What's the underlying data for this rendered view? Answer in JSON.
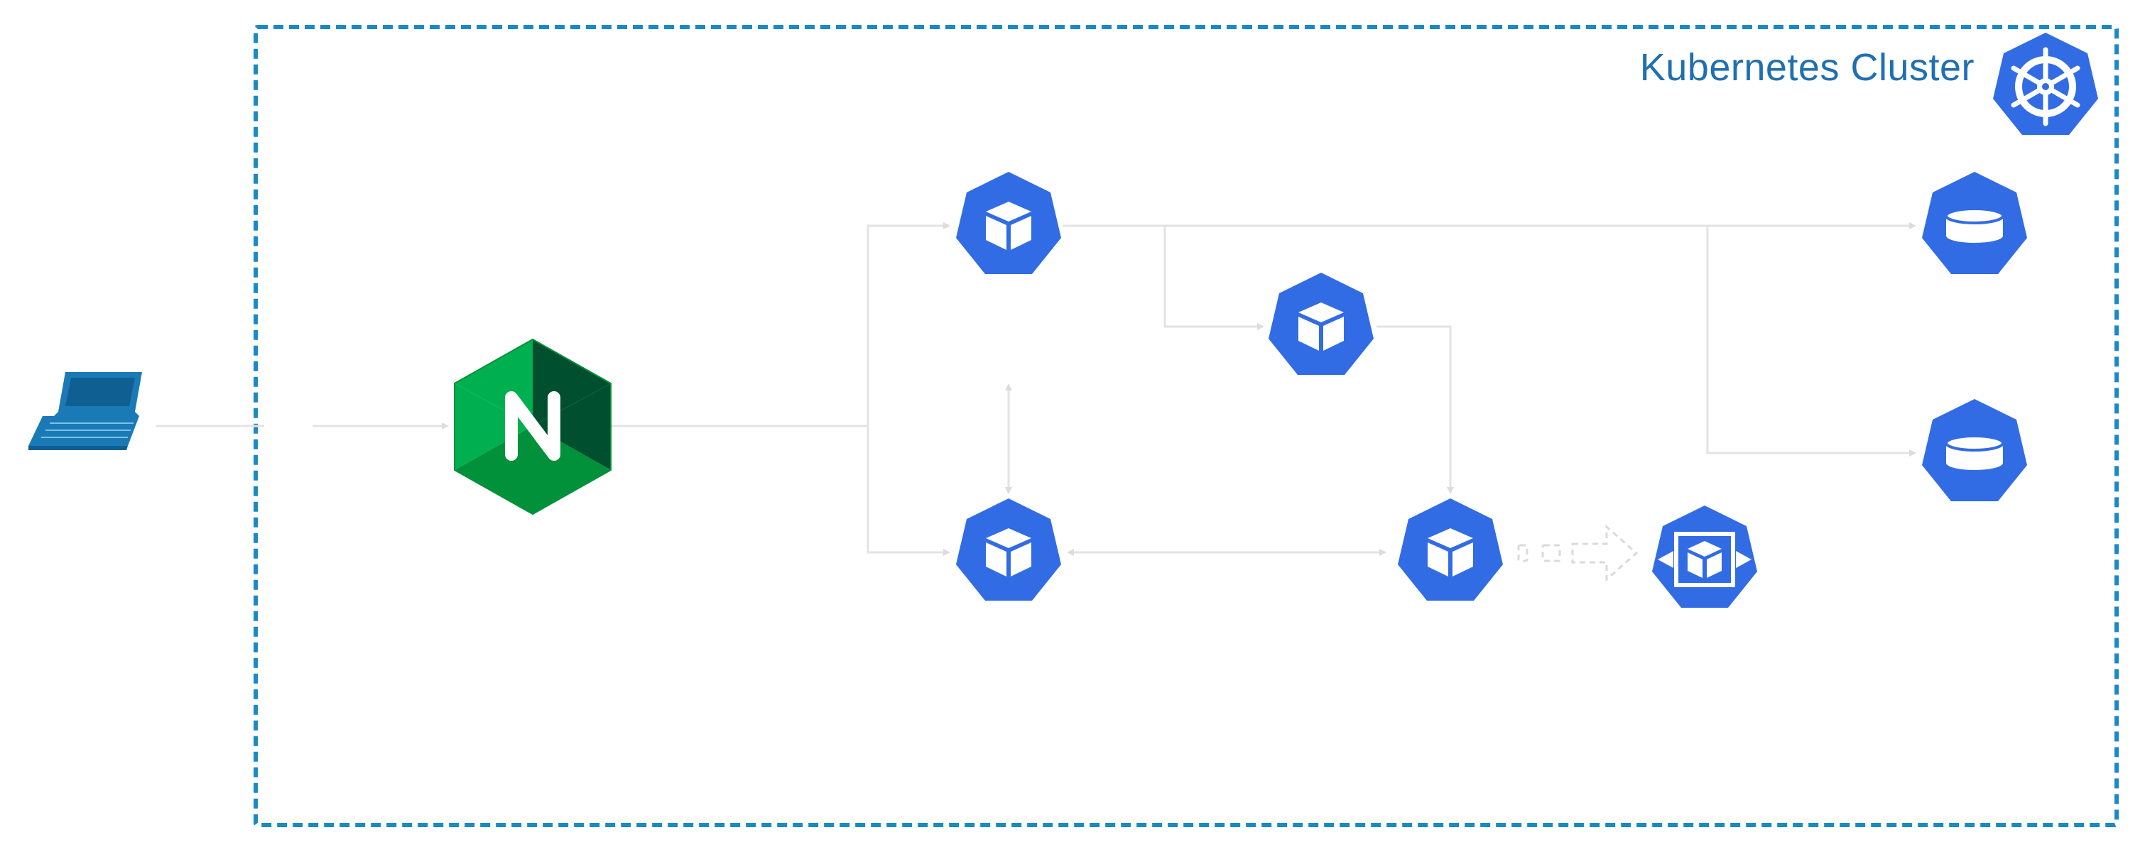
{
  "cluster": {
    "label": "Kubernetes Cluster",
    "border_color": "#1a8ac6",
    "label_color": "#1f6fb2"
  },
  "colors": {
    "k8s_blue": "#326ce5",
    "connector": "#e3e3e3",
    "nginx_green_light": "#00b050",
    "nginx_green_mid": "#00913a",
    "nginx_green_dark": "#00502f",
    "laptop_blue": "#1a7ab6"
  },
  "nodes": [
    {
      "id": "client",
      "icon": "laptop-icon",
      "role": "client"
    },
    {
      "id": "ingress",
      "icon": "nginx-icon",
      "role": "ingress-controller"
    },
    {
      "id": "pod-top",
      "icon": "pod-cube-icon"
    },
    {
      "id": "pod-middle",
      "icon": "pod-cube-icon"
    },
    {
      "id": "pod-bottom-left",
      "icon": "pod-cube-icon"
    },
    {
      "id": "pod-bottom-right",
      "icon": "pod-cube-icon"
    },
    {
      "id": "scaled-pod",
      "icon": "horizontal-pod-scaling-icon"
    },
    {
      "id": "db-top",
      "icon": "database-icon"
    },
    {
      "id": "db-bottom",
      "icon": "database-icon"
    },
    {
      "id": "k8s-logo",
      "icon": "kubernetes-helm-icon"
    }
  ]
}
